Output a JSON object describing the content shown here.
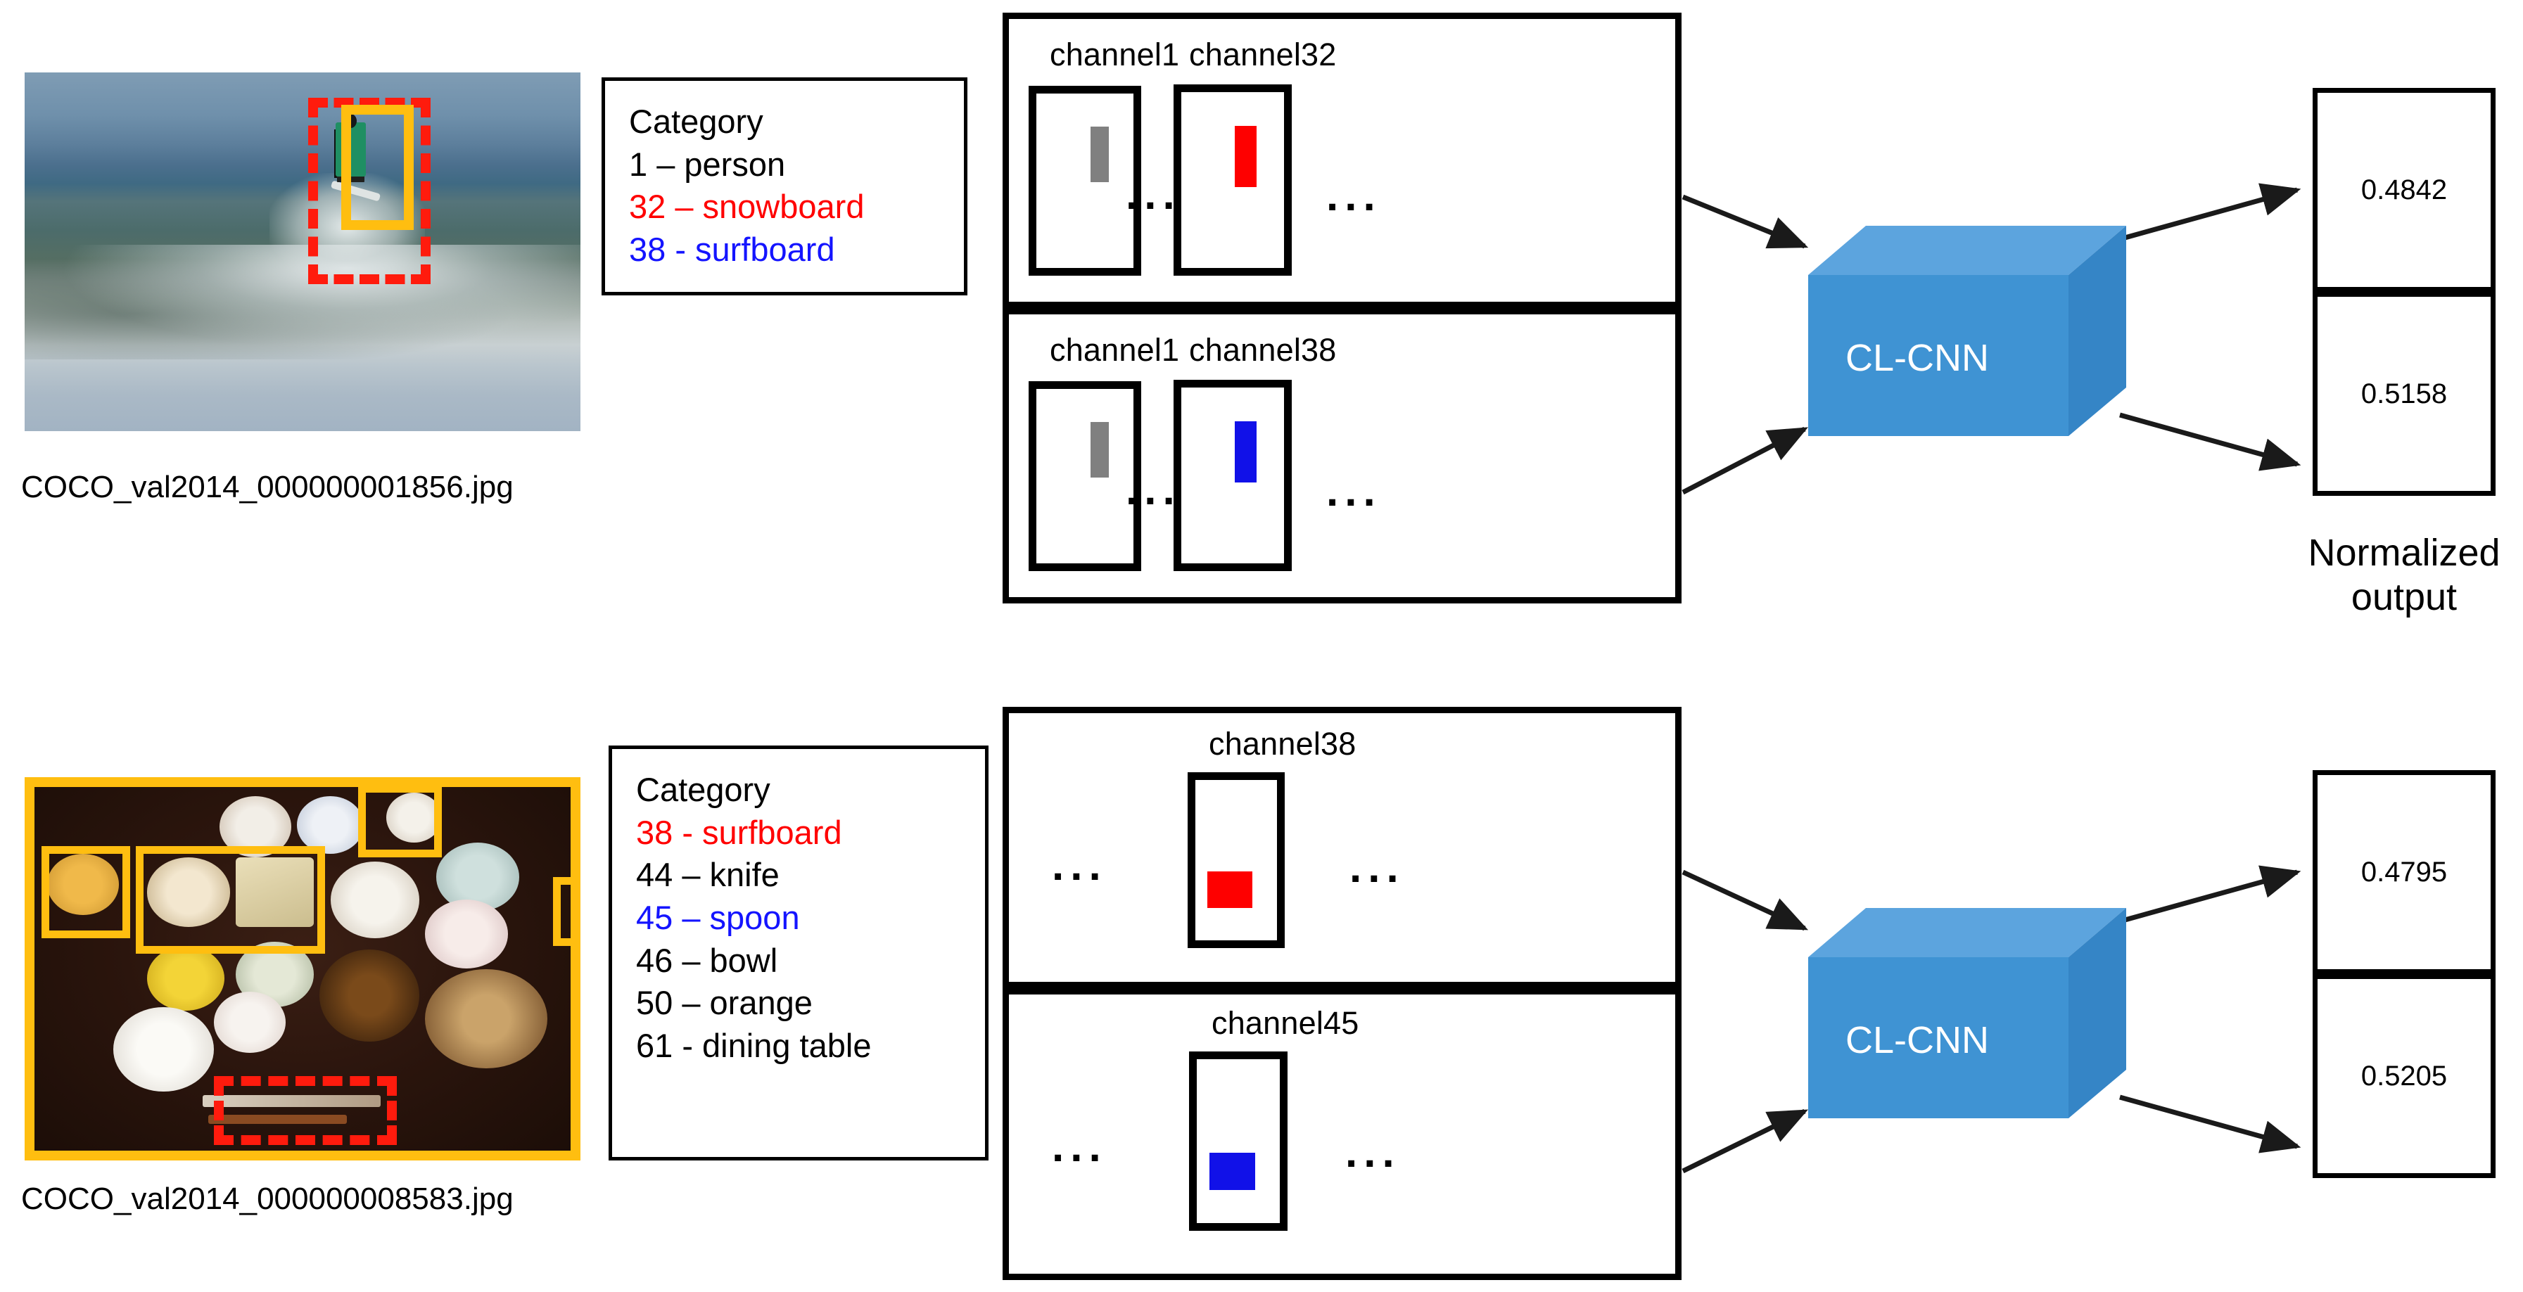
{
  "examples": [
    {
      "id": "top",
      "filename": "COCO_val2014_000000001856.jpg",
      "image_alt": "surfer riding a wave",
      "category_title": "Category",
      "categories": [
        {
          "text": "1 – person",
          "color": "#000000"
        },
        {
          "text": "32 – snowboard",
          "color": "#ff0000"
        },
        {
          "text": "38 - surfboard",
          "color": "#1414ff"
        }
      ],
      "panels": [
        {
          "channels": [
            {
              "label": "channel1",
              "blob_color": "#808080"
            },
            {
              "label": "channel32",
              "blob_color": "#fe0000"
            }
          ],
          "ellipsis": "..."
        },
        {
          "channels": [
            {
              "label": "channel1",
              "blob_color": "#808080"
            },
            {
              "label": "channel38",
              "blob_color": "#1111e8"
            }
          ],
          "ellipsis": "..."
        }
      ],
      "model_label": "CL-CNN",
      "outputs": [
        "0.4842",
        "0.5158"
      ],
      "output_caption": [
        "Normalized",
        "output"
      ]
    },
    {
      "id": "bottom",
      "filename": "COCO_val2014_000000008583.jpg",
      "image_alt": "overhead view of a japanese meal on a dining table",
      "category_title": "Category",
      "categories": [
        {
          "text": "38 - surfboard",
          "color": "#ff0000"
        },
        {
          "text": "44 – knife",
          "color": "#000000"
        },
        {
          "text": "45 – spoon",
          "color": "#1414ff"
        },
        {
          "text": "46 – bowl",
          "color": "#000000"
        },
        {
          "text": "50 – orange",
          "color": "#000000"
        },
        {
          "text": "61 - dining  table",
          "color": "#000000"
        }
      ],
      "panels": [
        {
          "channels": [
            {
              "label": "channel38",
              "blob_color": "#fe0000"
            }
          ],
          "ellipsis": "..."
        },
        {
          "channels": [
            {
              "label": "channel45",
              "blob_color": "#1111e8"
            }
          ],
          "ellipsis": "..."
        }
      ],
      "model_label": "CL-CNN",
      "outputs": [
        "0.4795",
        "0.5205"
      ],
      "output_caption": null
    }
  ],
  "colors": {
    "cube_front": "#3f93d3",
    "cube_top": "#5ca4de",
    "cube_side": "#3585c6",
    "bbox_ground_truth": "#ffbe10",
    "bbox_prediction": "#ff1b0d",
    "channel_red": "#fe0000",
    "channel_blue": "#1111e8",
    "channel_gray": "#808080"
  }
}
